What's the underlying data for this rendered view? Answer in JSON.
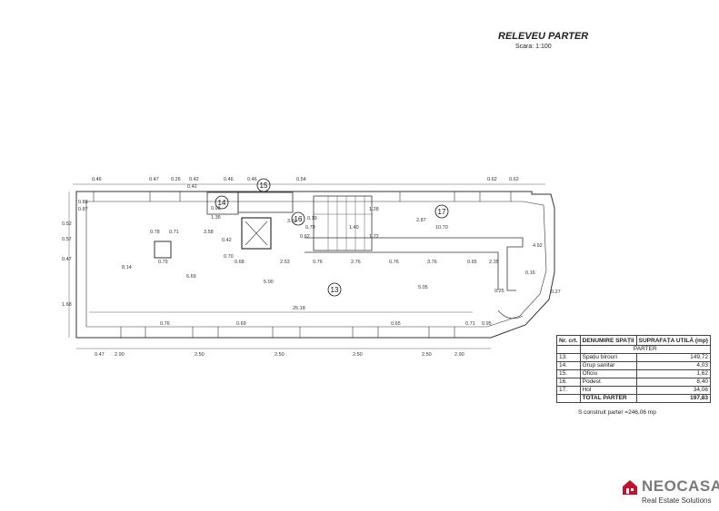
{
  "header": {
    "title": "RELEVEU PARTER",
    "scale": "Scara: 1:100"
  },
  "room_labels": [
    "13",
    "14",
    "15",
    "16",
    "17"
  ],
  "dimensions": {
    "top": [
      "0.46",
      "0.47",
      "0.26",
      "0.42",
      "0.46",
      "0.46",
      "0.54",
      "0.62",
      "0.62"
    ],
    "left": [
      "0.52",
      "0.57",
      "0.47",
      "1.68",
      "0.88",
      "0.87"
    ],
    "bottom": [
      "0.47",
      "2.90",
      "2.50",
      "2.50",
      "2.50",
      "2.50",
      "2.90"
    ],
    "interior": [
      "0.78",
      "0.71",
      "3.58",
      "0.79",
      "0.70",
      "0.68",
      "0.42",
      "0.42",
      "1.36",
      "0.93",
      "3.32",
      "0.79",
      "2.53",
      "0.76",
      "2.76",
      "0.76",
      "3.76",
      "0.65",
      "2.35",
      "10.70",
      "2.87",
      "5.05",
      "5.00",
      "6.69",
      "8.14",
      "25.18",
      "0.76",
      "0.69",
      "0.65",
      "0.71",
      "0.95",
      "0.19",
      "1.40",
      "1.28",
      "1.72",
      "0.62",
      "4.92",
      "0.16",
      "0.27",
      "0.25"
    ]
  },
  "area_table": {
    "header": {
      "nr": "Nr. crt.",
      "name": "DENUMIRE SPAȚII",
      "area": "SUPRAFAȚA UTILĂ (mp)"
    },
    "section": "PARTER",
    "rows": [
      {
        "nr": "13.",
        "name": "Spațiu birouri",
        "area": "149,72"
      },
      {
        "nr": "14.",
        "name": "Grup sanitar",
        "area": "4,03"
      },
      {
        "nr": "15.",
        "name": "Oficiu",
        "area": "1,62"
      },
      {
        "nr": "16.",
        "name": "Podest",
        "area": "8,40"
      },
      {
        "nr": "17.",
        "name": "Hol",
        "area": "34,06"
      }
    ],
    "total_label": "TOTAL PARTER",
    "total_value": "197,83"
  },
  "constructed_area": "S construit parter =246,06 mp",
  "brand": {
    "name": "NEOCASA",
    "tagline": "Real Estate Solutions",
    "registered": "®",
    "accent_color": "#c8102e"
  }
}
